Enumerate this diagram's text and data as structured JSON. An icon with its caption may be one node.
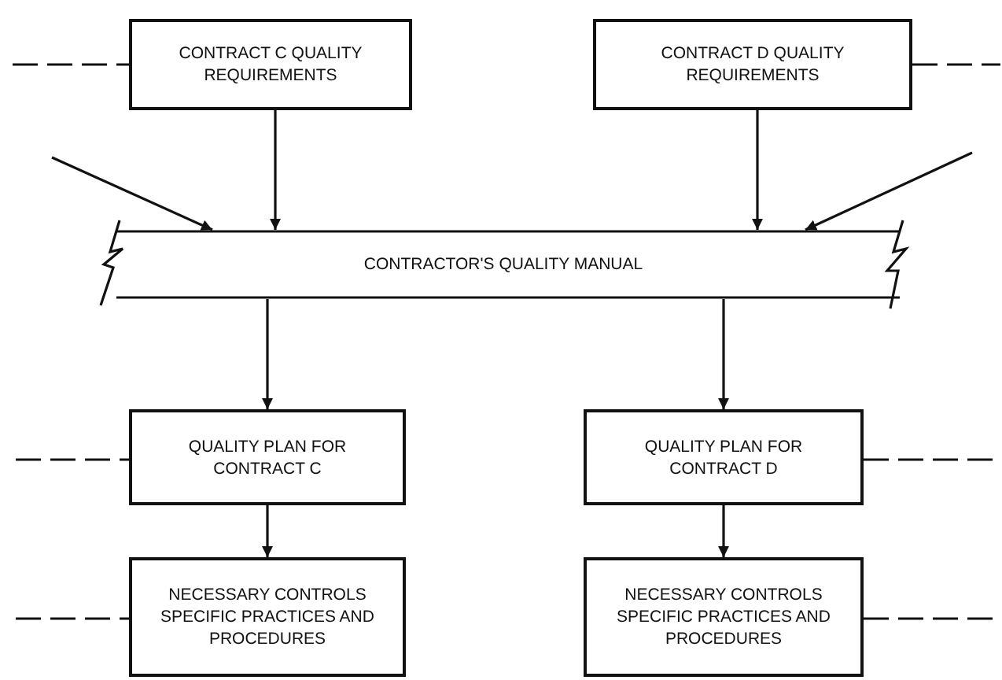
{
  "diagram": {
    "nodes": [
      {
        "text": [
          "CONTRACT C QUALITY REQUIREMENTS"
        ]
      },
      {
        "text": [
          "CONTRACT D QUALITY REQUIREMENTS"
        ]
      },
      {
        "text": [
          "CONTRACTOR'S QUALITY MANUAL"
        ]
      },
      {
        "text": [
          "QUALITY PLAN FOR CONTRACT C"
        ]
      },
      {
        "text": [
          "QUALITY PLAN FOR CONTRACT D"
        ]
      },
      {
        "text": [
          "NECESSARY CONTROLS SPECIFIC PRACTICES AND PROCEDURES"
        ]
      },
      {
        "text": [
          "NECESSARY CONTROLS SPECIFIC PRACTICES AND PROCEDURES"
        ]
      }
    ],
    "edges": [
      {
        "from": null,
        "to": 0,
        "arrow": "none",
        "style": "dashed"
      },
      {
        "from": 1,
        "to": null,
        "arrow": "none",
        "style": "dashed"
      },
      {
        "from": null,
        "to": 2,
        "arrow": "to"
      },
      {
        "from": 0,
        "to": 2,
        "arrow": "to"
      },
      {
        "from": 1,
        "to": 2,
        "arrow": "to"
      },
      {
        "from": null,
        "to": 2,
        "arrow": "to"
      },
      {
        "from": 2,
        "to": 3,
        "arrow": "to"
      },
      {
        "from": 2,
        "to": 4,
        "arrow": "to"
      },
      {
        "from": null,
        "to": 3,
        "arrow": "none",
        "style": "dashed"
      },
      {
        "from": 4,
        "to": null,
        "arrow": "none",
        "style": "dashed"
      },
      {
        "from": 3,
        "to": 5,
        "arrow": "to"
      },
      {
        "from": 4,
        "to": 6,
        "arrow": "to"
      },
      {
        "from": null,
        "to": 5,
        "arrow": "none",
        "style": "dashed"
      },
      {
        "from": 6,
        "to": null,
        "arrow": "none",
        "style": "dashed"
      }
    ]
  }
}
